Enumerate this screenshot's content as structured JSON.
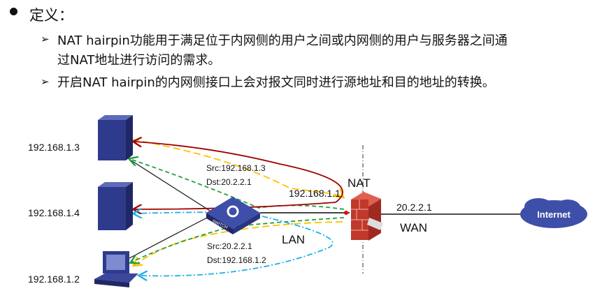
{
  "heading": "定义：",
  "bullets": [
    {
      "line1": "NAT  hairpin功能用于满足位于内网侧的用户之间或内网侧的用户与服务器之间通",
      "line2": "过NAT地址进行访问的需求。"
    },
    {
      "line1": "开启NAT hairpin的内网侧接口上会对报文同时进行源地址和目的地址的转换。"
    }
  ],
  "diagram": {
    "hosts": [
      "192.168.1.3",
      "192.168.1.4",
      "192.168.1.2"
    ],
    "switch_label": "SWITCH",
    "nat_label": "NAT",
    "nat_inside_ip": "192.168.1.1",
    "nat_outside_ip": "20.2.2.1",
    "wan_label": "WAN",
    "lan_label": "LAN",
    "internet_label": "Internet",
    "packet1": {
      "src": "Src:192.168.1.3",
      "dst": "Dst:20.2.2.1"
    },
    "packet2": {
      "src": "Src:20.2.2.1",
      "dst": "Dst:192.168.1.2"
    }
  },
  "colors": {
    "red": "#a00000",
    "orange": "#ffc000",
    "green": "#22a03a",
    "blue": "#1fb0e8",
    "device": "#2e3a8c",
    "firewall": "#c0392b",
    "cloud": "#3d4fa8"
  }
}
